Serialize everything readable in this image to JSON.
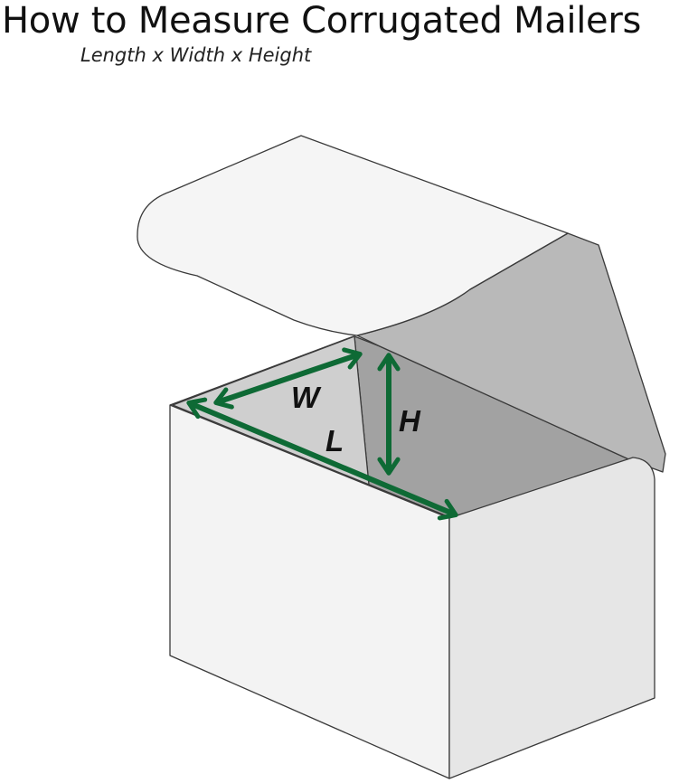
{
  "header": {
    "title": "How to Measure Corrugated Mailers",
    "subtitle": "Length x Width x Height"
  },
  "dimensions": {
    "width_label": "W",
    "length_label": "L",
    "height_label": "H"
  },
  "colors": {
    "arrow": "#0e6a35",
    "outline": "#3a3a3a",
    "box_front": "#f3f3f3",
    "box_side": "#e6e6e6",
    "interior_light": "#cfcfcf",
    "interior_dark": "#a2a2a2",
    "lid_top": "#f5f5f5",
    "lid_side": "#b9b9b9"
  }
}
